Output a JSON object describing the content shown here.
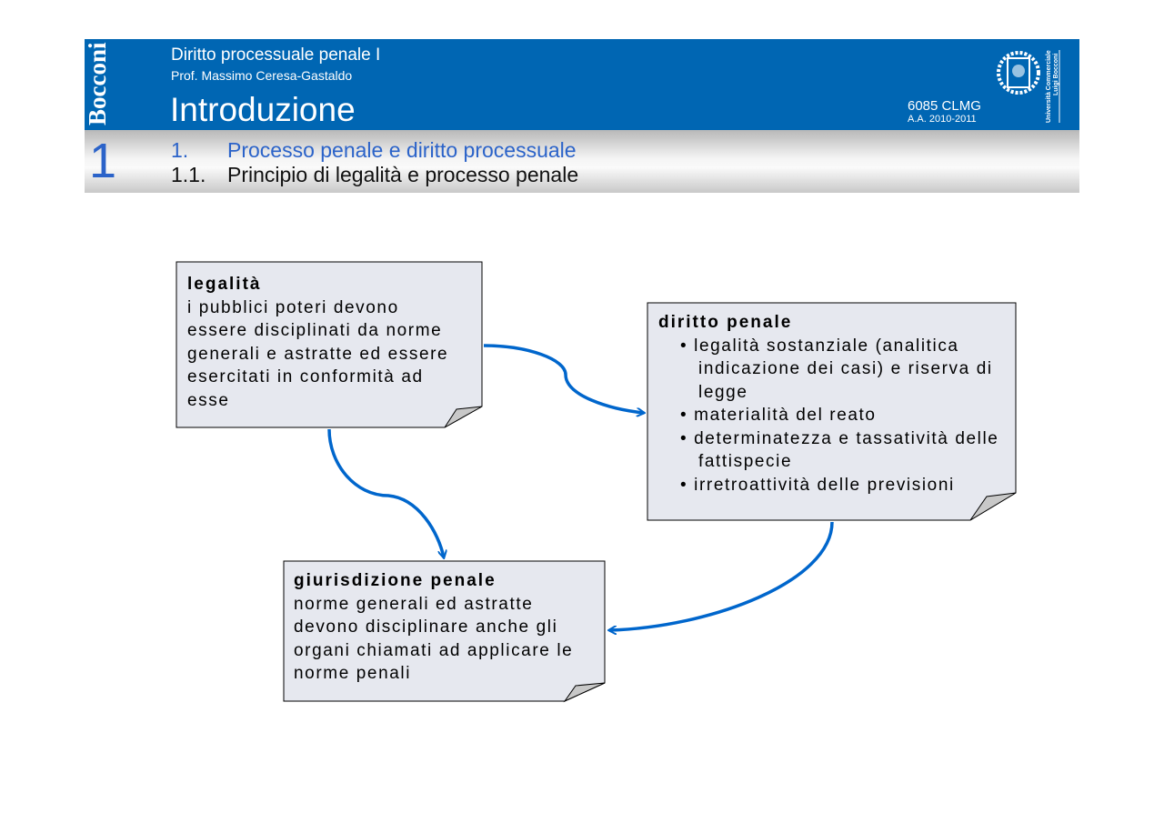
{
  "header": {
    "brand": "Bocconi",
    "course": "Diritto processuale penale I",
    "professor": "Prof. Massimo Ceresa-Gastaldo",
    "title": "Introduzione",
    "code": "6085  CLMG",
    "academic_year": "A.A. 2010-2011",
    "seal_text": "Università Commerciale Luigi Bocconi",
    "color": "#0066b3"
  },
  "chapter": {
    "number": "1",
    "sections": [
      {
        "num": "1.",
        "title": "Processo penale e diritto processuale"
      },
      {
        "num": "1.1.",
        "title": "Principio di legalità e processo penale"
      }
    ]
  },
  "diagram": {
    "arrow_color": "#0066cc",
    "legalita": {
      "title": "legalità",
      "lines": [
        "i pubblici poteri devono",
        "essere disciplinati da norme",
        "generali e astratte ed essere",
        "esercitati in conformità ad",
        "esse"
      ]
    },
    "diritto_penale": {
      "title": "diritto penale",
      "bullets": [
        "legalità sostanziale (analitica indicazione dei casi) e riserva di legge",
        "materialità del reato",
        "determinatezza e tassatività delle fattispecie",
        "irretroattività delle previsioni"
      ]
    },
    "giurisdizione": {
      "title": "giurisdizione penale",
      "lines": [
        "norme generali ed astratte",
        "devono disciplinare anche gli",
        "organi chiamati ad applicare le",
        "norme penali"
      ]
    }
  }
}
